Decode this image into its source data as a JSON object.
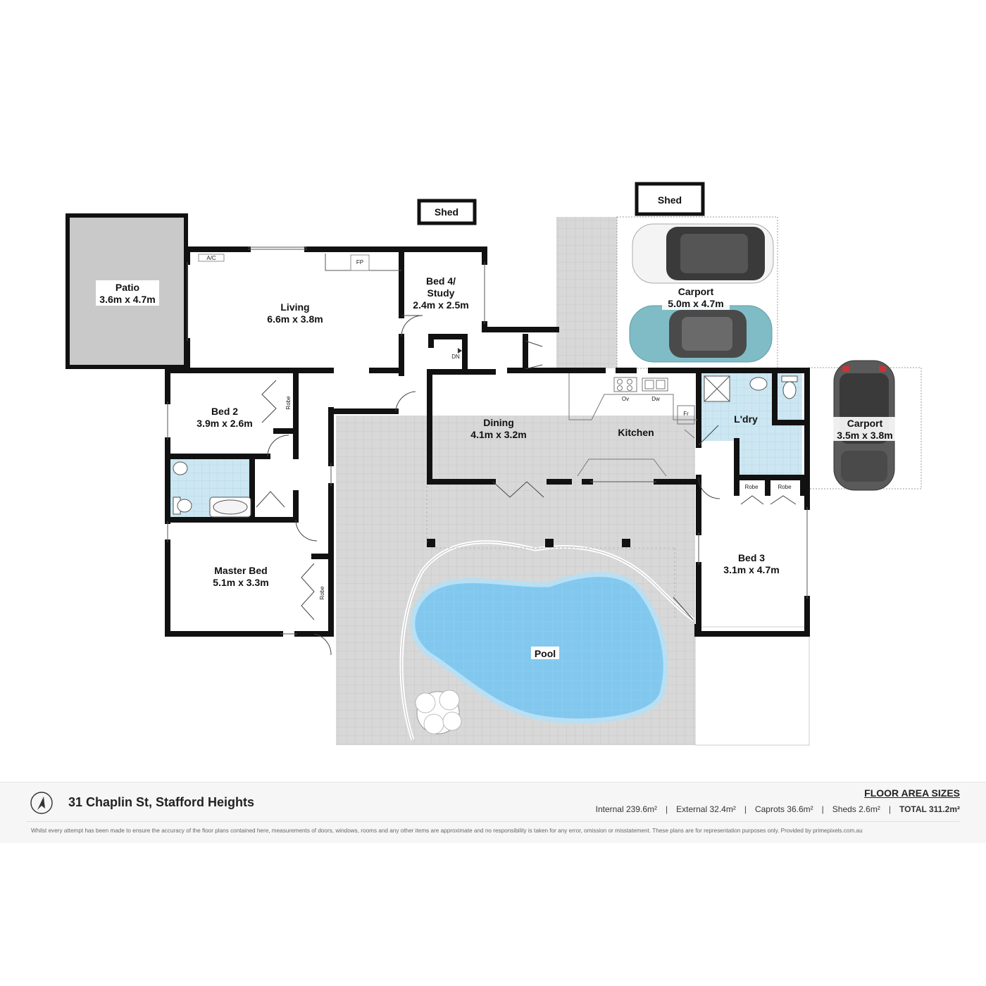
{
  "rooms": {
    "patio": {
      "name": "Patio",
      "size": "3.6m x 4.7m"
    },
    "living": {
      "name": "Living",
      "size": "6.6m x 3.8m"
    },
    "bed4": {
      "name_line1": "Bed 4/",
      "name_line2": "Study",
      "size": "2.4m x 2.5m"
    },
    "bed2": {
      "name": "Bed 2",
      "size": "3.9m x 2.6m"
    },
    "dining": {
      "name": "Dining",
      "size": "4.1m x 3.2m"
    },
    "kitchen": {
      "name": "Kitchen"
    },
    "laundry": {
      "name": "L'dry"
    },
    "master": {
      "name": "Master Bed",
      "size": "5.1m x 3.3m"
    },
    "bed3": {
      "name": "Bed 3",
      "size": "3.1m x 4.7m"
    },
    "carport1": {
      "name": "Carport",
      "size": "5.0m x 4.7m"
    },
    "carport2": {
      "name": "Carport",
      "size": "3.5m x 3.8m"
    },
    "shed1": {
      "name": "Shed"
    },
    "shed2": {
      "name": "Shed"
    },
    "pool": {
      "name": "Pool"
    }
  },
  "fixtures": {
    "ac": "A/C",
    "fp": "FP",
    "dn": "DN",
    "ov": "Ov",
    "dw": "Dw",
    "fr": "Fr",
    "robe": "Robe"
  },
  "footer": {
    "address": "31 Chaplin St, Stafford Heights",
    "floor_area_title": "FLOOR AREA SIZES",
    "internal": "Internal 239.6m²",
    "external": "External 32.4m²",
    "carports": "Caprots 36.6m²",
    "sheds": "Sheds 2.6m²",
    "total": "TOTAL 311.2m²",
    "disclaimer": "Whilst every attempt has been made to ensure the accuracy of the floor plans contained here, measurements of doors, windows, rooms and any other items are approximate and no responsibility is taken for any error, omission or misstatement. These plans are for representation purposes only. Provided by primepixels.com.au"
  },
  "colors": {
    "wall": "#111111",
    "paving": "#d6d6d6",
    "patio": "#c9c9c9",
    "wet_tile": "#cfe8f3",
    "pool": "#7fc6ec",
    "car_white": "#f2f2f2",
    "car_teal": "#7fbcc6",
    "car_dark": "#3a3a3a"
  }
}
